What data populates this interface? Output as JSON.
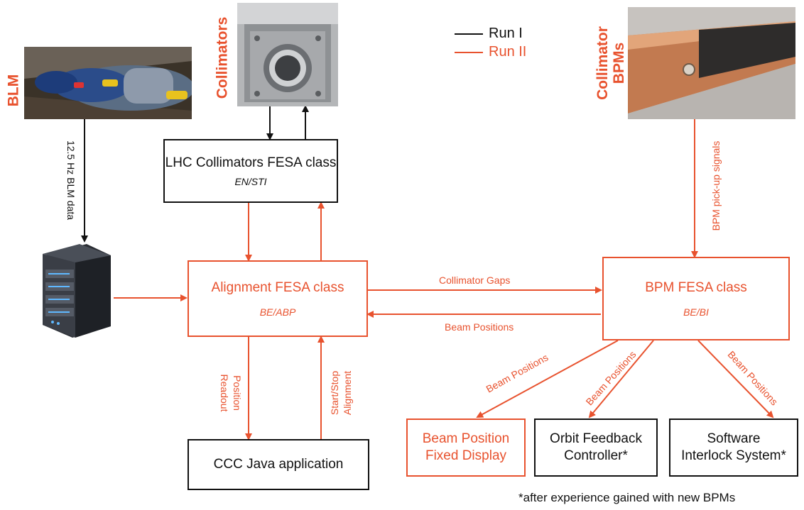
{
  "legend": {
    "run1": "Run I",
    "run2": "Run II"
  },
  "devices": {
    "blm": "BLM",
    "collimators": "Collimators",
    "collimator_bpms_line1": "Collimator",
    "collimator_bpms_line2": "BPMs"
  },
  "boxes": {
    "lhc_collimators": {
      "title": "LHC Collimators FESA class",
      "sub": "EN/STI"
    },
    "alignment": {
      "title": "Alignment FESA class",
      "sub": "BE/ABP"
    },
    "bpm": {
      "title": "BPM FESA class",
      "sub": "BE/BI"
    },
    "ccc": {
      "title": "CCC Java application"
    },
    "fixed_display": {
      "line1": "Beam Position",
      "line2": "Fixed Display"
    },
    "orbit_feedback": {
      "line1": "Orbit Feedback",
      "line2": "Controller*"
    },
    "interlock": {
      "line1": "Software",
      "line2": "Interlock System*"
    }
  },
  "labels": {
    "blm_data": "12.5 Hz BLM data",
    "bpm_pickup": "BPM pick-up signals",
    "collimator_gaps": "Collimator Gaps",
    "beam_positions_main": "Beam Positions",
    "position_readout_1": "Position",
    "position_readout_2": "Readout",
    "start_stop_1": "Start/Stop",
    "start_stop_2": "Alignment",
    "beam_positions_1": "Beam Positions",
    "beam_positions_2": "Beam Positions",
    "beam_positions_3": "Beam Positions"
  },
  "footnote": "*after experience gained with new BPMs",
  "colors": {
    "run1": "#111111",
    "run2": "#e8522e"
  }
}
